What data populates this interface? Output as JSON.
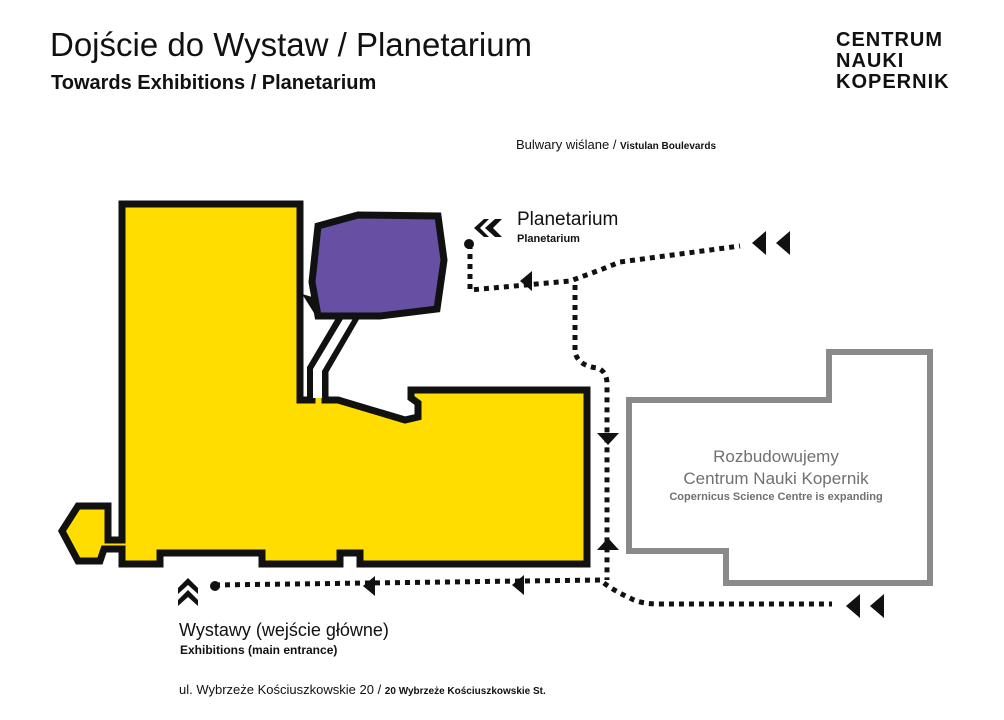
{
  "header": {
    "title_pl": "Dojście do Wystaw / Planetarium",
    "title_en": "Towards Exhibitions / Planetarium"
  },
  "logo": {
    "lines": [
      "CENTRUM",
      "NAUKI",
      "KOPERNIK"
    ]
  },
  "labels": {
    "river_pl": "Bulwary wiślane / ",
    "river_en": "Vistulan Boulevards",
    "planetarium_pl": "Planetarium",
    "planetarium_en": "Planetarium",
    "extension_pl_1": "Rozbudowujemy",
    "extension_pl_2": "Centrum Nauki Kopernik",
    "extension_en": "Copernicus Science Centre is expanding",
    "exhibitions_pl": "Wystawy (wejście główne)",
    "exhibitions_en": "Exhibitions (main entrance)",
    "address_pl": "ul. Wybrzeże Kościuszkowskie 20 / ",
    "address_en": "20 Wybrzeże Kościuszkowskie St."
  },
  "colors": {
    "main_building": "#FFDD00",
    "planetarium": "#6650A4",
    "extension_outline": "#8A8A8A",
    "path": "#111111"
  },
  "icons": {
    "route_arrow": "arrowhead",
    "entrance_marker": "double-chevron",
    "start_point": "dot"
  }
}
